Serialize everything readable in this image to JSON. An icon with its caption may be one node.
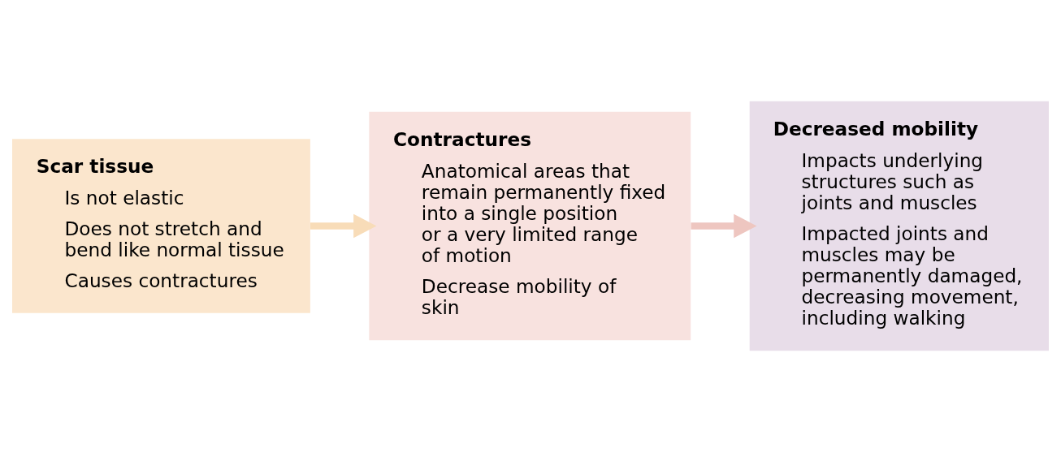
{
  "diagram": {
    "nodes": [
      {
        "text": [
          "Scar tissue",
          "Is not elastic",
          "Does not stretch and bend like normal tissue",
          "Causes contractures"
        ]
      },
      {
        "text": [
          "Contractures",
          "Anatomical areas that remain permanently fixed into a single position or a very limited range of motion",
          "Decrease mobility of skin"
        ]
      },
      {
        "text": [
          "Decreased mobility",
          "Impacts underlying structures such as joints and muscles",
          "Impacted joints and muscles may be permanently damaged, decreasing movement, including walking"
        ]
      }
    ],
    "edges": [
      {
        "from": 0,
        "to": 1,
        "arrow": "to",
        "color": "#f8dcb8"
      },
      {
        "from": 1,
        "to": 2,
        "arrow": "to",
        "color": "#eec6c0"
      }
    ]
  }
}
